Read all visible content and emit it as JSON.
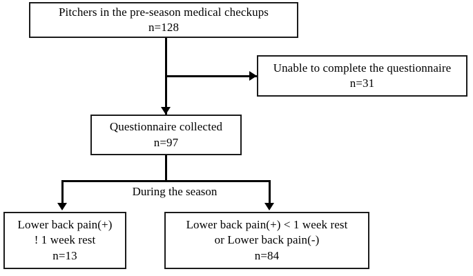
{
  "chart_data": {
    "type": "diagram",
    "diagram_kind": "flowchart",
    "title": "",
    "nodes": [
      {
        "id": "enrolled",
        "lines": [
          "Pitchers in the pre-season medical  checkups",
          "n=128"
        ],
        "n": 128,
        "shape": "rectangle"
      },
      {
        "id": "excluded",
        "lines": [
          "Unable to complete the questionnaire",
          "n=31"
        ],
        "n": 31,
        "shape": "rectangle"
      },
      {
        "id": "collected",
        "lines": [
          "Questionnaire collected",
          "n=97"
        ],
        "n": 97,
        "shape": "rectangle"
      },
      {
        "id": "outcome-lbp-long",
        "lines": [
          "Lower back pain(+)",
          "!  1 week rest",
          "n=13"
        ],
        "n": 13,
        "shape": "rectangle"
      },
      {
        "id": "outcome-lbp-short",
        "lines": [
          "Lower back pain(+) < 1 week rest",
          "or Lower back pain(-)",
          "n=84"
        ],
        "n": 84,
        "shape": "rectangle"
      }
    ],
    "edge_labels": [
      "During the season"
    ],
    "edges": [
      {
        "from": "enrolled",
        "to": "excluded",
        "label": ""
      },
      {
        "from": "enrolled",
        "to": "collected",
        "label": ""
      },
      {
        "from": "collected",
        "to": "outcome-lbp-long",
        "label": "During the season"
      },
      {
        "from": "collected",
        "to": "outcome-lbp-short",
        "label": "During the season"
      }
    ],
    "colors": {
      "stroke": "#000000",
      "fill": "#ffffff",
      "text": "#000000"
    }
  },
  "nodes": {
    "enrolled": {
      "line1": "Pitchers in the pre-season medical  checkups",
      "line2": "n=128"
    },
    "excluded": {
      "line1": "Unable to complete the questionnaire",
      "line2": "n=31"
    },
    "collected": {
      "line1": "Questionnaire collected",
      "line2": "n=97"
    },
    "outcome_lbp_long": {
      "line1": "Lower back pain(+)",
      "line2": "!  1 week rest",
      "line3": "n=13"
    },
    "outcome_lbp_short": {
      "line1": "Lower back pain(+) < 1 week rest",
      "line2": "or Lower back pain(-)",
      "line3": "n=84"
    }
  },
  "labels": {
    "during_season": "During the season"
  }
}
